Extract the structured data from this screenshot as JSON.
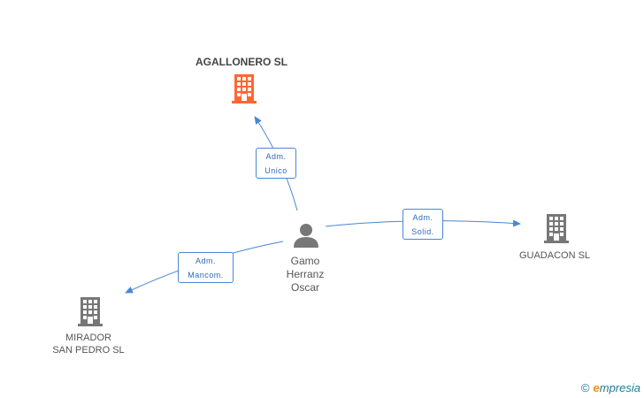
{
  "nodes": {
    "agallonero": {
      "label": "AGALLONERO SL",
      "color": "#ff6633"
    },
    "guadacon": {
      "label": "GUADACON SL",
      "color": "#777777"
    },
    "mirador": {
      "line1": "MIRADOR",
      "line2": "SAN PEDRO SL",
      "color": "#777777"
    },
    "person": {
      "line1": "Gamo",
      "line2": "Herranz",
      "line3": "Oscar",
      "color": "#777777"
    }
  },
  "edges": {
    "to_agallonero": {
      "line1": "Adm.",
      "line2": "Unico"
    },
    "to_guadacon": {
      "line1": "Adm.",
      "line2": "Solid."
    },
    "to_mirador": {
      "line1": "Adm.",
      "line2": "Mancom."
    }
  },
  "brand": {
    "copyright": "©",
    "e": "e",
    "rest": "mpresia"
  },
  "colors": {
    "edge": "#4a86d4",
    "edge_text": "#2f6bb8"
  }
}
